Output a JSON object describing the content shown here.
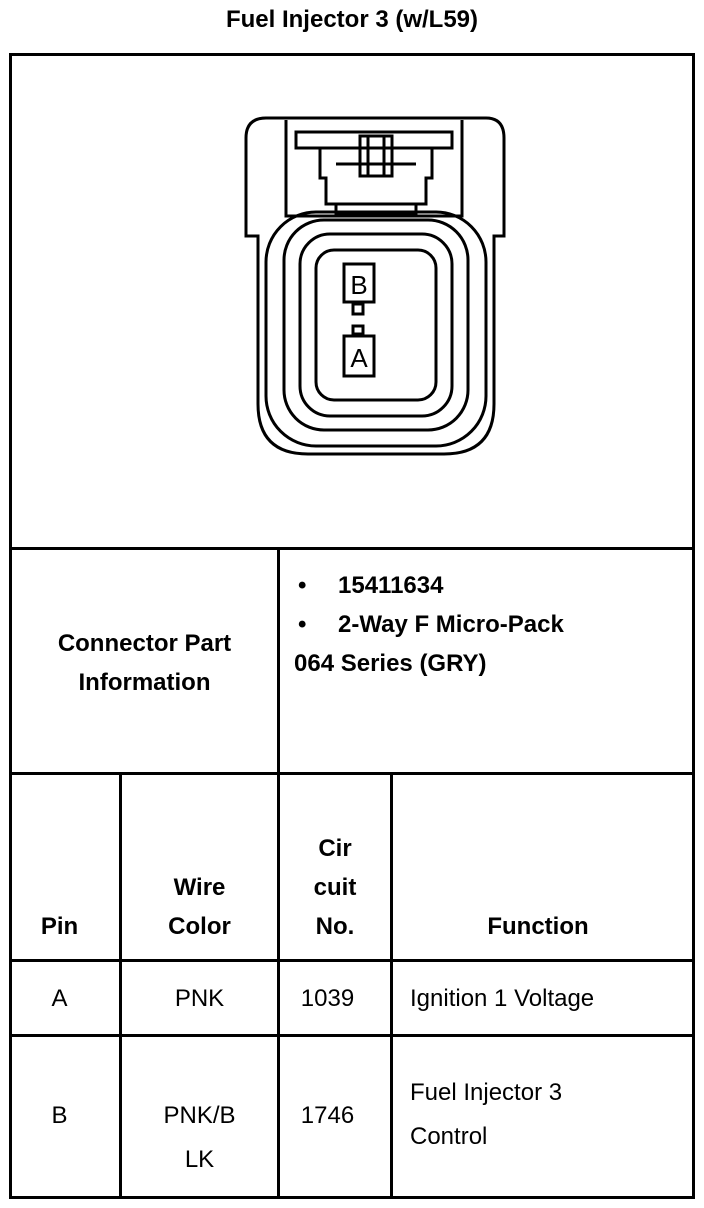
{
  "title": "Fuel Injector 3 (w/L59)",
  "connector_view": {
    "cavity_labels": [
      "B",
      "A"
    ]
  },
  "part_info": {
    "label_lines": [
      "Connector Part",
      "Information"
    ],
    "bullets": [
      "15411634",
      "2-Way F Micro-Pack"
    ],
    "extra_line": "064 Series (GRY)"
  },
  "pin_table": {
    "headers": {
      "pin": [
        "Pin"
      ],
      "wire_color": [
        "Wire",
        "Color"
      ],
      "circuit_no": [
        "Cir",
        "cuit",
        "No."
      ],
      "function": [
        "Function"
      ]
    },
    "rows": [
      {
        "pin": "A",
        "wire_color": [
          "PNK"
        ],
        "circuit": "1039",
        "function": [
          "Ignition 1 Voltage"
        ]
      },
      {
        "pin": "B",
        "wire_color": [
          "PNK/B",
          "LK"
        ],
        "circuit": "1746",
        "function": [
          "Fuel Injector 3",
          "Control"
        ]
      }
    ]
  }
}
